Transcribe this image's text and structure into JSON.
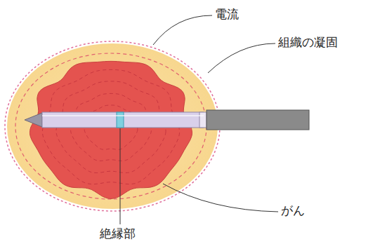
{
  "diagram": {
    "labels": [
      "電流",
      "組織の凝固",
      "がん",
      "絶縁部"
    ]
  }
}
